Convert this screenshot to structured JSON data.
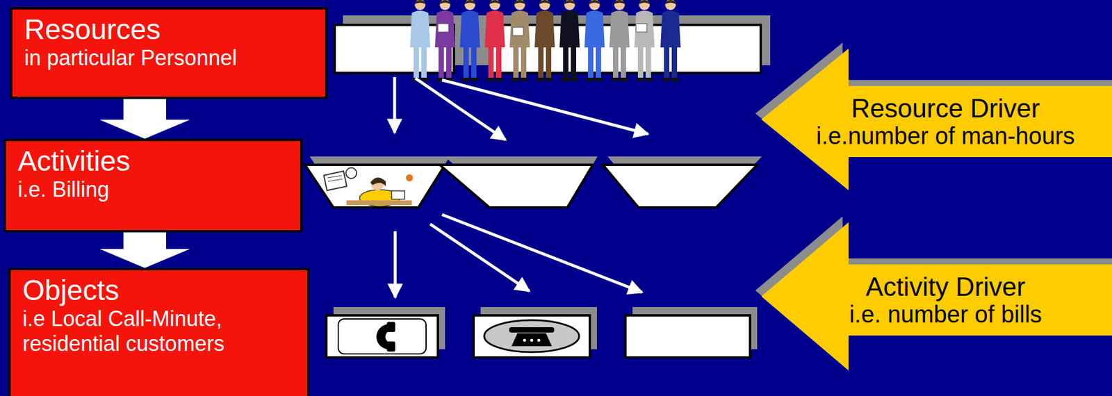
{
  "diagram": {
    "nodes": [
      {
        "text": [
          "Resources",
          "in particular Personnel"
        ]
      },
      {
        "text": [
          "Activities",
          "i.e. Billing"
        ]
      },
      {
        "text": [
          "Objects",
          "i.e Local Call-Minute, residential customers"
        ]
      },
      {
        "text": [
          "Resource Driver",
          "i.e.number of man-hours"
        ]
      },
      {
        "text": [
          "Activity Driver",
          "i.e. number of bills"
        ]
      }
    ],
    "edges": [
      {
        "from": 0,
        "to": 1,
        "arrow": "to"
      },
      {
        "from": 1,
        "to": 2,
        "arrow": "to"
      }
    ]
  }
}
